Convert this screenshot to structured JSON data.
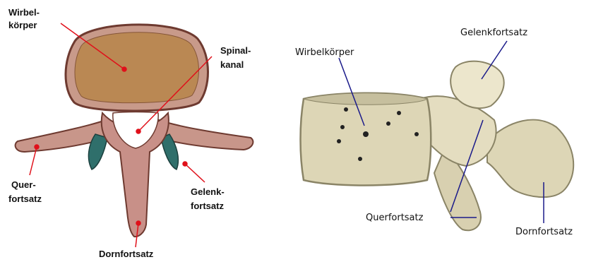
{
  "left": {
    "labels": {
      "wirbel_1": "Wirbel-",
      "wirbel_2": "körper",
      "spinal_1": "Spinal-",
      "spinal_2": "kanal",
      "quer_1": "Quer-",
      "quer_2": "fortsatz",
      "gelenk_1": "Gelenk-",
      "gelenk_2": "fortsatz",
      "dorn": "Dornfortsatz"
    },
    "colors": {
      "leader": "#e0101a",
      "bone": "#c89088",
      "bone_dark": "#8a4a40",
      "cartilage": "#2e6e6a"
    }
  },
  "right": {
    "labels": {
      "wirbelkoerper": "Wirbelkörper",
      "gelenkfortsatz": "Gelenkfortsatz",
      "querfortsatz": "Querfortsatz",
      "dornfortsatz": "Dornfortsatz"
    },
    "colors": {
      "leader": "#1a1a8a",
      "bone": "#ddd6b6",
      "bone_dark": "#8a8466"
    }
  }
}
